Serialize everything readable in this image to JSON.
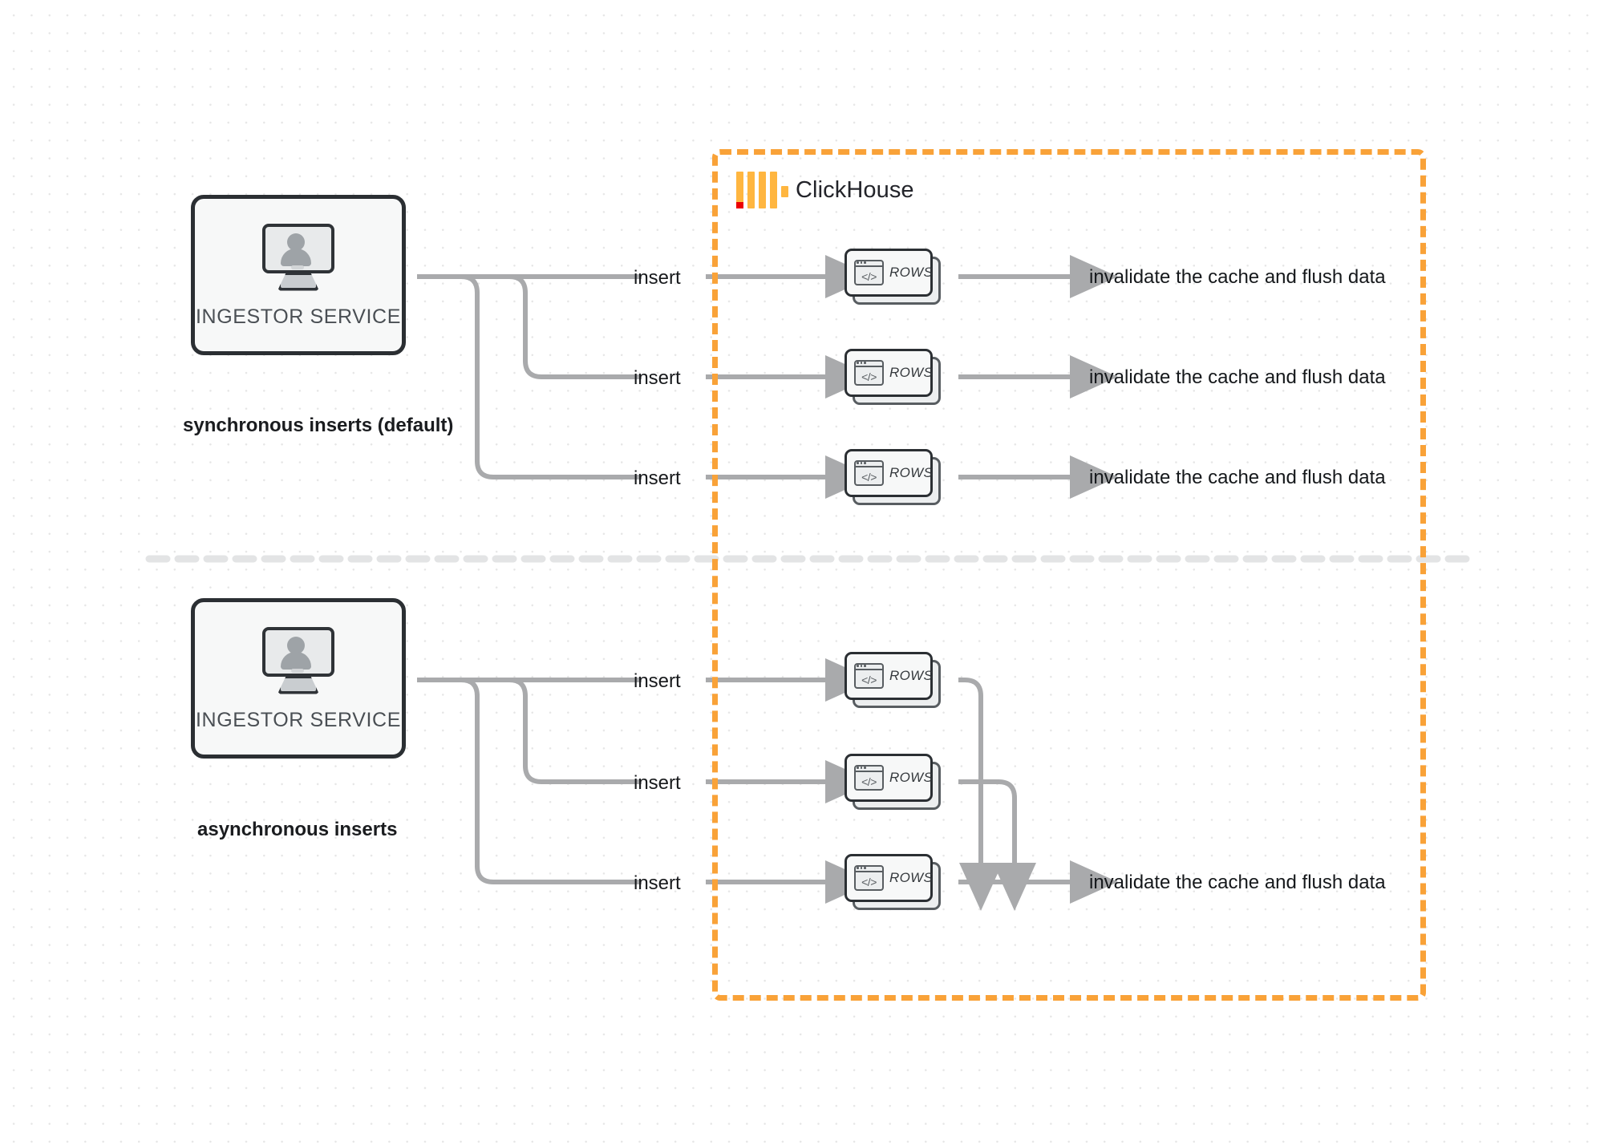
{
  "diagram": {
    "title": "ClickHouse synchronous vs asynchronous inserts",
    "colors": {
      "boundary_orange": "#f9a238",
      "edge_grey": "#a9aaac",
      "node_border": "#2b2f33",
      "node_fill": "#f7f8f8",
      "logo_orange": "#ffb640",
      "logo_red": "#ec0000",
      "text_dark": "#15181b",
      "label_grey": "#4a4f54"
    },
    "boundary": {
      "name": "ClickHouse",
      "logo_icon": "clickhouse-logo-icon"
    },
    "sections": [
      {
        "id": "sync",
        "caption": "synchronous inserts (default)",
        "node": {
          "label": "INGESTOR SERVICE",
          "icon": "monitor-user-icon"
        },
        "edges_in": [
          "insert",
          "insert",
          "insert"
        ],
        "rows": [
          {
            "label": "ROWS",
            "icon": "code-window-icon"
          },
          {
            "label": "ROWS",
            "icon": "code-window-icon"
          },
          {
            "label": "ROWS",
            "icon": "code-window-icon"
          }
        ],
        "edges_out": [
          "invalidate the cache and flush data",
          "invalidate the cache and flush data",
          "invalidate the cache and flush data"
        ]
      },
      {
        "id": "async",
        "caption": "asynchronous inserts",
        "node": {
          "label": "INGESTOR SERVICE",
          "icon": "monitor-user-icon"
        },
        "edges_in": [
          "insert",
          "insert",
          "insert"
        ],
        "rows": [
          {
            "label": "ROWS",
            "icon": "code-window-icon"
          },
          {
            "label": "ROWS",
            "icon": "code-window-icon"
          },
          {
            "label": "ROWS",
            "icon": "code-window-icon"
          }
        ],
        "edges_out": [
          "invalidate the cache and flush data"
        ]
      }
    ]
  }
}
